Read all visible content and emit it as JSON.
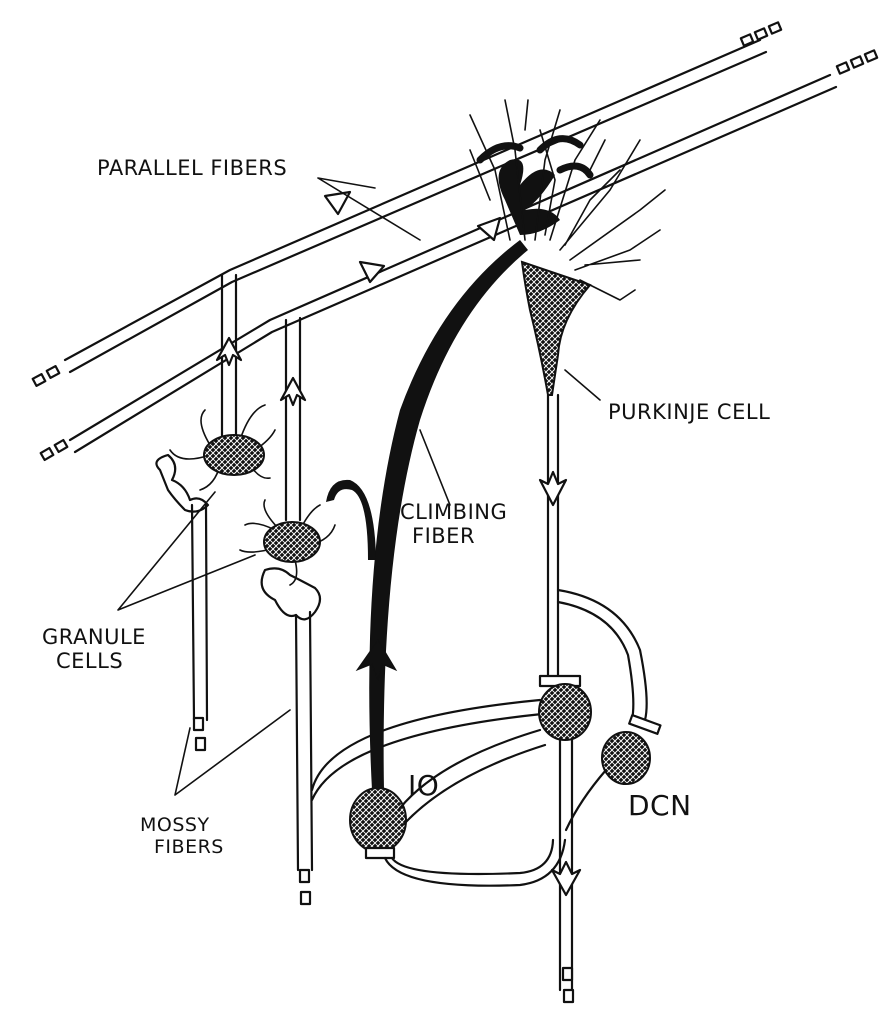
{
  "labels": {
    "parallel_fibers": "PARALLEL FIBERS",
    "purkinje_cell": "PURKINJE CELL",
    "climbing_fiber_line1": "CLIMBING",
    "climbing_fiber_line2": "FIBER",
    "granule_cells_line1": "GRANULE",
    "granule_cells_line2": "CELLS",
    "mossy_fibers_line1": "MOSSY",
    "mossy_fibers_line2": "FIBERS",
    "io": "IO",
    "dcn": "DCN"
  },
  "colors": {
    "ink": "#111111",
    "paper": "#ffffff"
  }
}
